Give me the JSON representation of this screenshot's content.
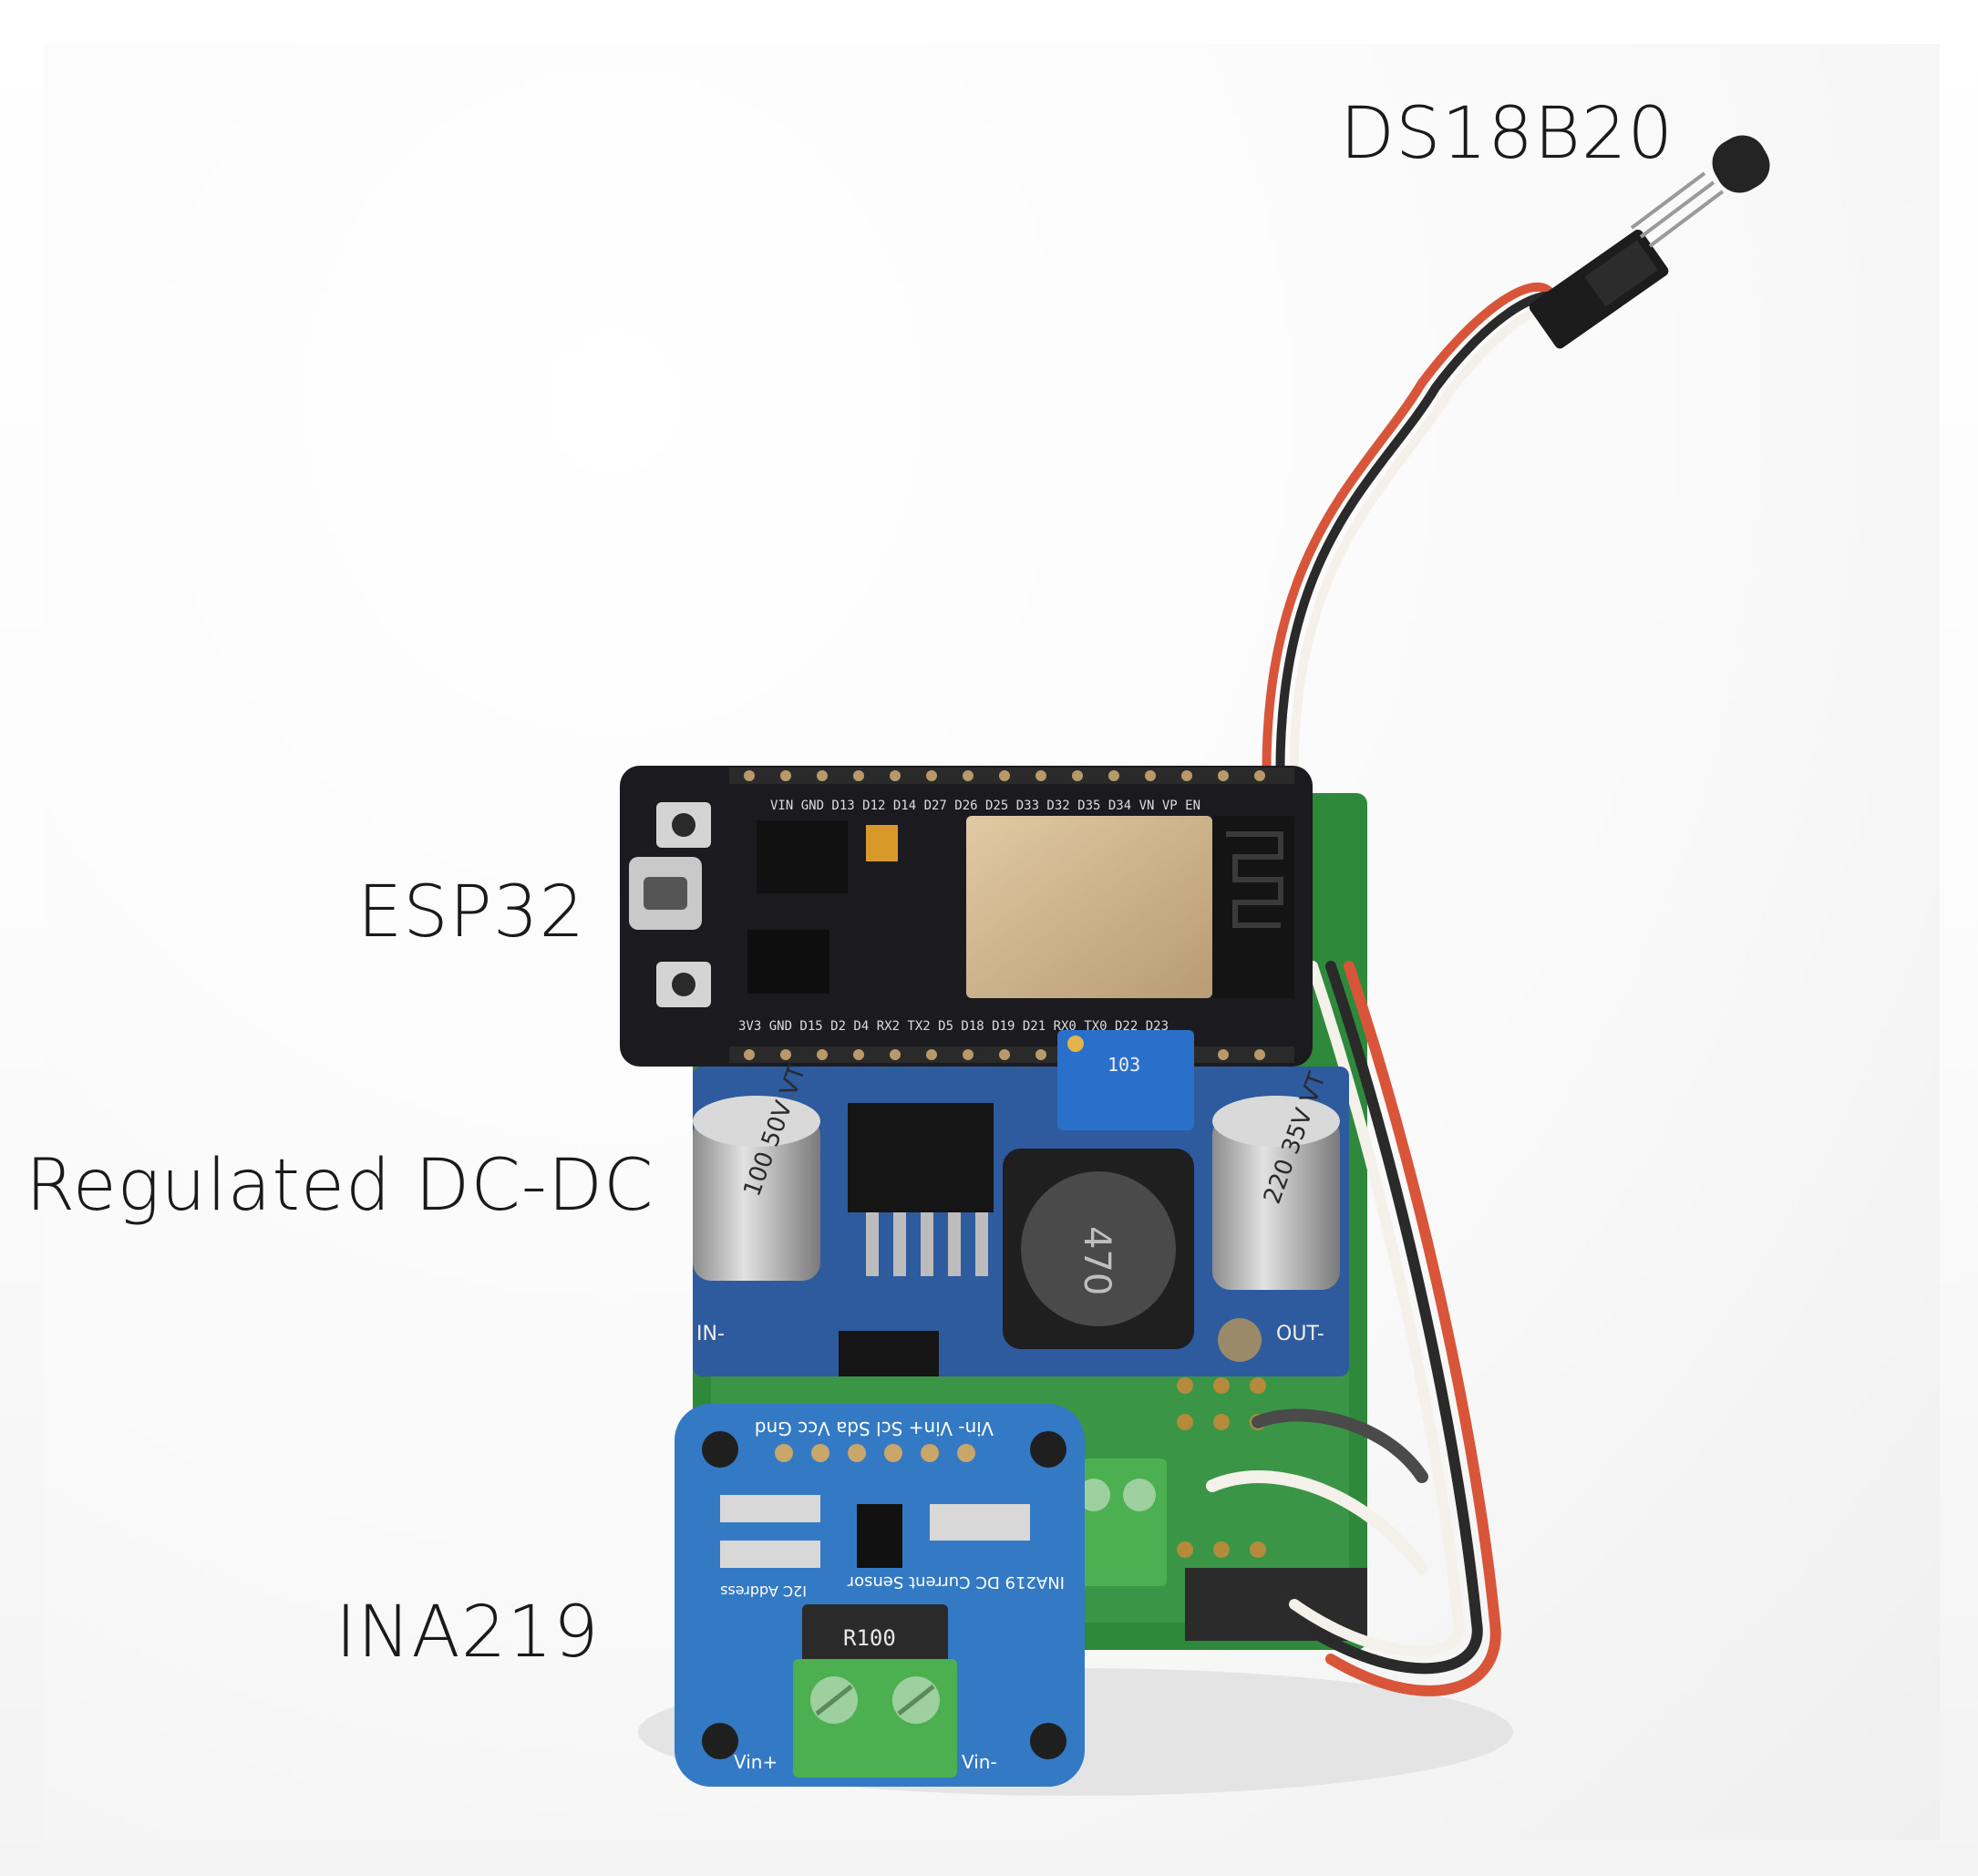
{
  "labels": {
    "ds18b20": "DS18B20",
    "esp32": "ESP32",
    "dcdc": "Regulated DC-DC",
    "ina219": "INA219"
  },
  "board_text": {
    "esp32_top_pins": "VIN GND D13 D12 D14 D27 D26 D25 D33 D32 D35 D34 VN VP EN",
    "esp32_bottom_pins": "3V3 GND D15 D2 D4 RX2 TX2 D5 D18 D19 D21 RX0 TX0 D22 D23",
    "cap_left": "100 50V VT",
    "cap_right": "220 35V VT",
    "inductor": "470",
    "trimmer": "103",
    "dcdc_in": "IN-",
    "dcdc_out": "OUT-",
    "ina_pins": "Vin- Vin+ Scl Sda Vcc Gnd",
    "ina_resistor": "R100",
    "ina_title": "INA219 DC Current Sensor",
    "ina_addr": "I2C Address",
    "ina_vin_plus": "Vin+",
    "ina_vin_minus": "Vin-"
  },
  "colors": {
    "esp32_pcb": "#1b1b1f",
    "dcdc_pcb": "#2e5a9e",
    "ina_pcb": "#3479c4",
    "proto_pcb": "#2e8a3a",
    "terminal": "#4caf50",
    "wire_red": "#d8553a",
    "wire_black": "#2a2a2a",
    "wire_white": "#f4f0ea"
  }
}
